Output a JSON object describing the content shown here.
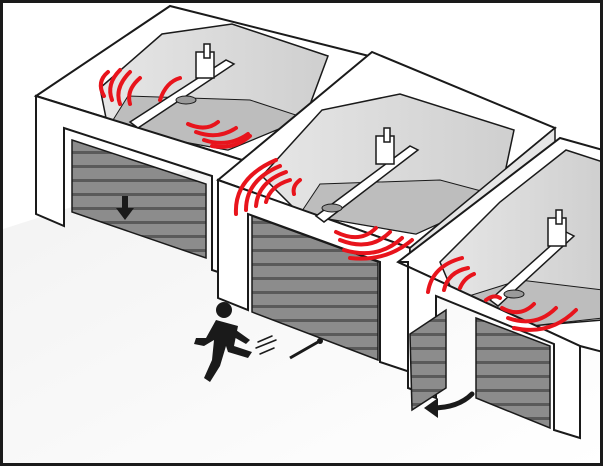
{
  "figure": {
    "garages": [
      {
        "id": "left",
        "door_state": "closing"
      },
      {
        "id": "middle",
        "door_state": "closed"
      },
      {
        "id": "right",
        "door_state": "opening"
      }
    ],
    "icons": [
      "running-person-icon",
      "down-arrow-icon",
      "curved-arrow-icon",
      "radio-wave-icon"
    ],
    "colors": {
      "signal": "#e8141c",
      "outline": "#1a1a1a",
      "door": "#8a8a8a",
      "wall": "#ffffff",
      "floor": "#e8e8e8",
      "ceiling": "#d9d9d9",
      "interior": "#bdbdbd"
    }
  }
}
